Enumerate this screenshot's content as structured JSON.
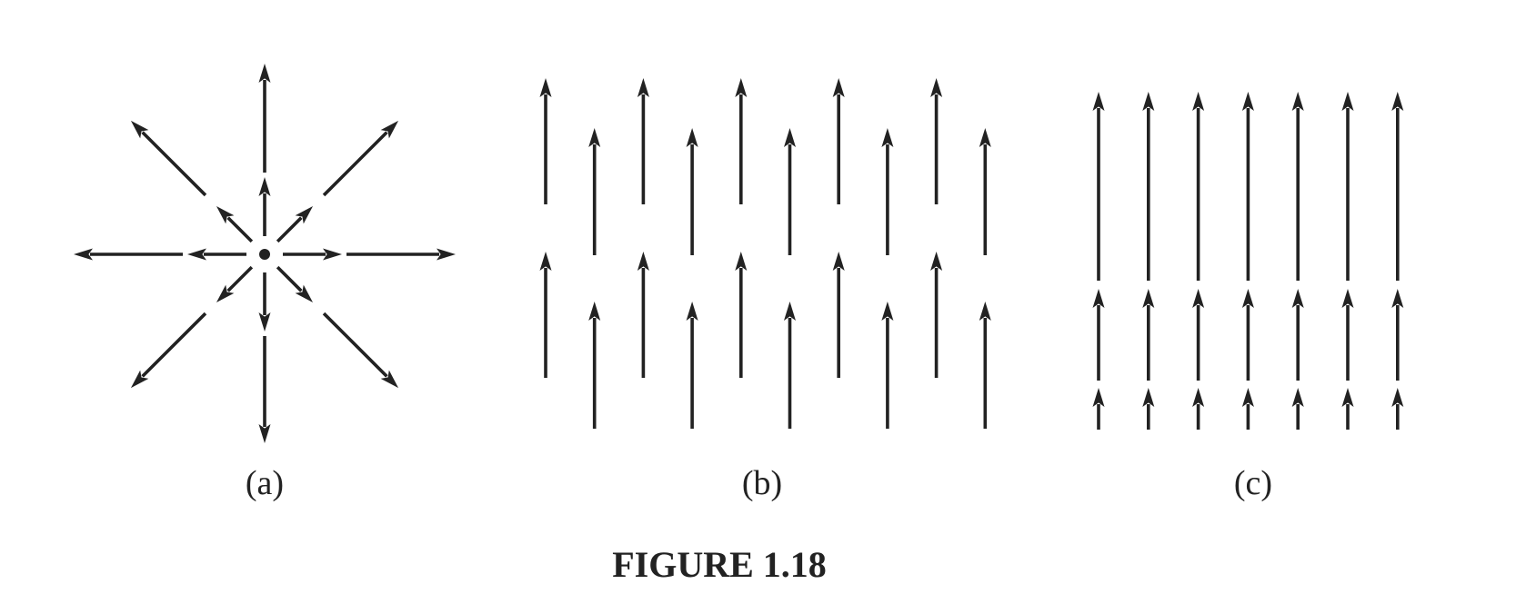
{
  "figure": {
    "caption": "FIGURE 1.18",
    "panels": [
      {
        "id": "a",
        "label": "(a)",
        "field": "radial"
      },
      {
        "id": "b",
        "label": "(b)",
        "field": "uniform-vertical"
      },
      {
        "id": "c",
        "label": "(c)",
        "field": "vertical-varying-spacing"
      }
    ],
    "stroke_color": "#222222"
  }
}
